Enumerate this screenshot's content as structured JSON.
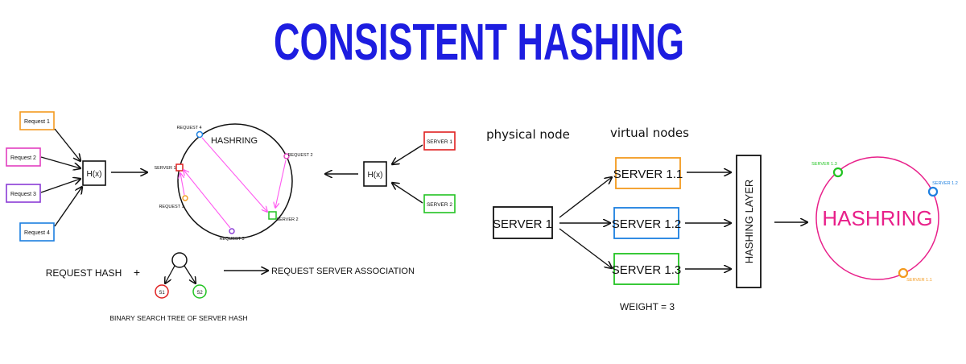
{
  "title": "CONSISTENT HASHING",
  "colors": {
    "title": "#1d1de0",
    "ink": "#111111",
    "orange": "#f39a1f",
    "magenta": "#e23fbf",
    "purple": "#8a3bd6",
    "blue": "#1c7fe0",
    "red": "#e02020",
    "green": "#22c322",
    "pink": "#e8208a",
    "arrowPink": "#ff59f0"
  },
  "left": {
    "requests": [
      "Request 1",
      "Request 2",
      "Request 3",
      "Request 4"
    ],
    "hash_fn_left": "H(x)",
    "hash_fn_right": "H(x)",
    "ring_title": "HASHRING",
    "ring_labels": {
      "request4": "REQUEST 4",
      "request2": "REQUEST 2",
      "server1": "SERVER 1",
      "request1": "REQUEST 1",
      "server2": "SERVER 2",
      "request3": "REQUEST 3"
    },
    "servers": [
      "SERVER 1",
      "SERVER 2"
    ],
    "request_hash": "REQUEST HASH",
    "plus": "+",
    "bst_nodes": [
      "S1",
      "S2"
    ],
    "bst_caption": "BINARY SEARCH TREE OF SERVER HASH",
    "association": "REQUEST SERVER ASSOCIATION"
  },
  "right": {
    "physical_label": "physical node",
    "virtual_label": "virtual nodes",
    "physical_server": "SERVER 1",
    "virtual_servers": [
      "SERVER 1.1",
      "SERVER 1.2",
      "SERVER 1.3"
    ],
    "weight": "WEIGHT = 3",
    "hashing_layer": "HASHING LAYER",
    "ring_title": "HASHRING",
    "ring_labels": [
      "SERVER 1.3",
      "SERVER 1.2",
      "SERVER 1.1"
    ]
  }
}
